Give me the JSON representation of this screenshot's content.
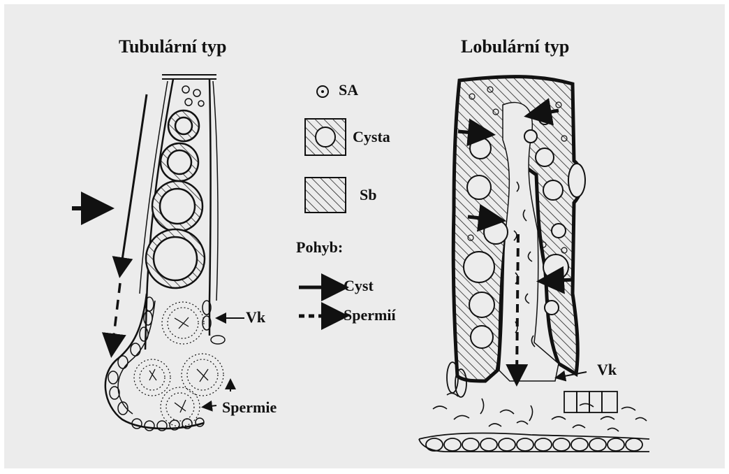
{
  "titles": {
    "tubular": "Tubulární typ",
    "lobular": "Lobulární typ"
  },
  "legend": {
    "sa": "SA",
    "cysta": "Cysta",
    "sb": "Sb",
    "movement_heading": "Pohyb:",
    "cyst_movement": "Cyst",
    "sperm_movement": "Spermií"
  },
  "annotations": {
    "vk_left": "Vk",
    "spermie": "Spermie",
    "vk_right": "Vk"
  },
  "colors": {
    "background": "#ececec",
    "ink": "#111111"
  }
}
